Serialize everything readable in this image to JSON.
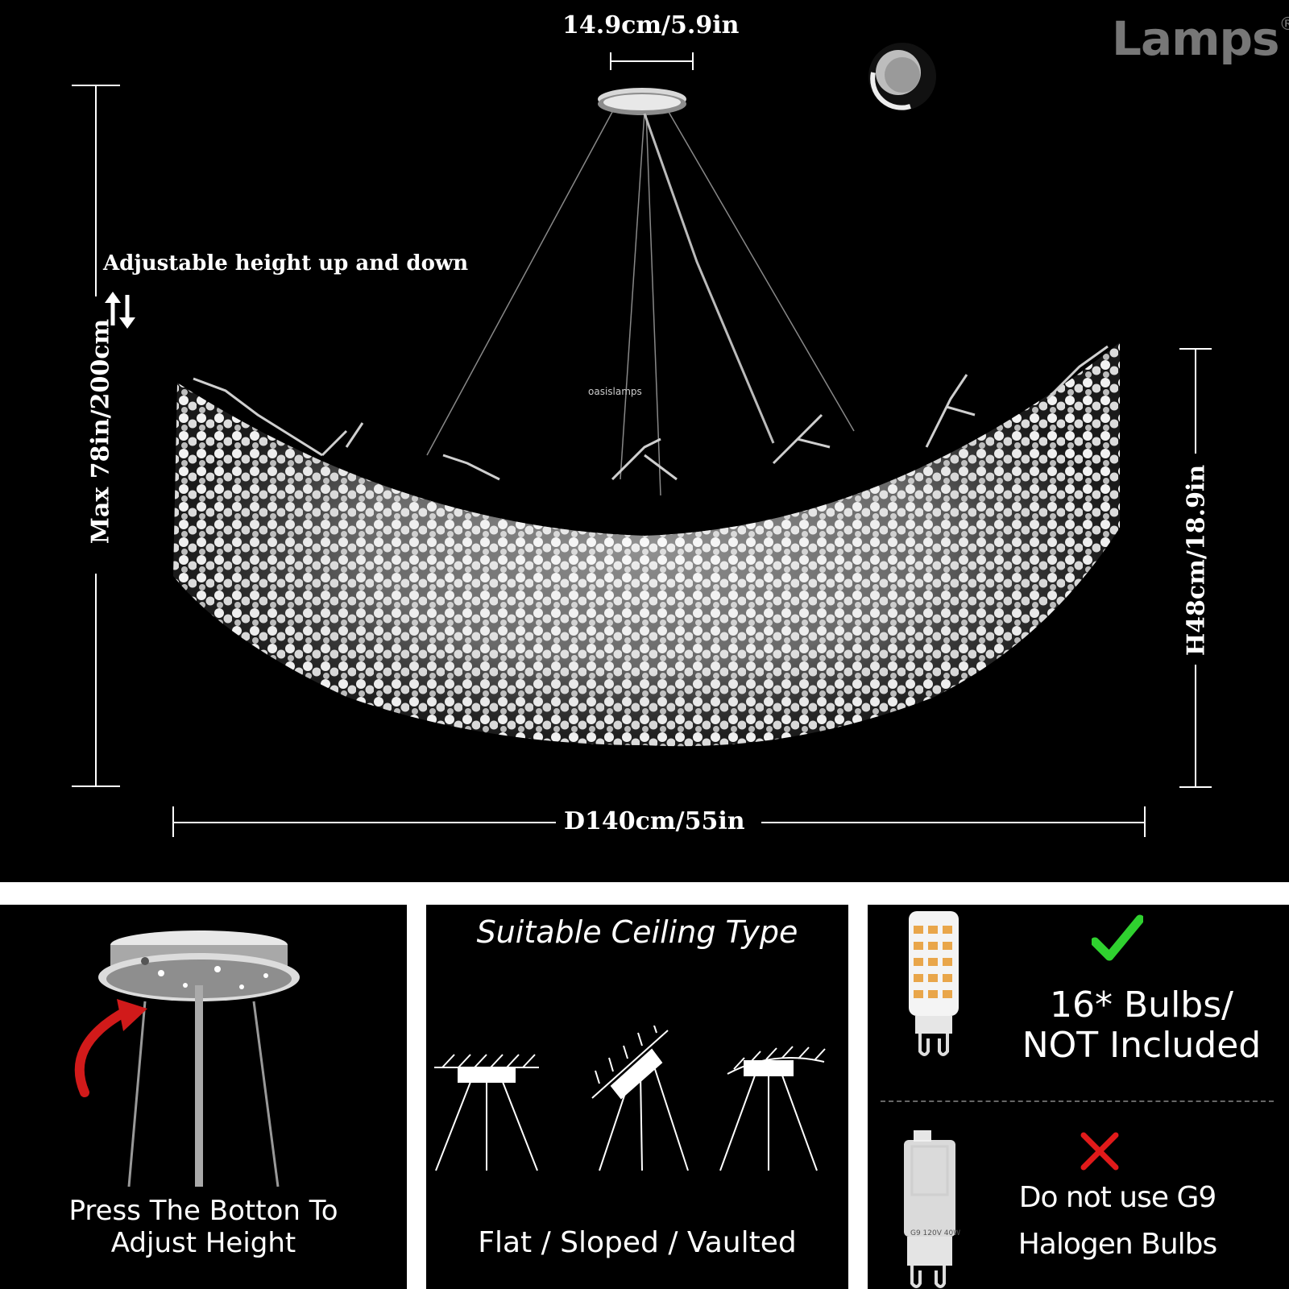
{
  "brand": {
    "logo_text": "Lamps",
    "registered_mark": "®"
  },
  "watermark": "oasislamps",
  "dimensions": {
    "canopy": "14.9cm/5.9in",
    "adjustable_note": "Adjustable height up and down",
    "max_height": "Max 78in/200cm",
    "height": "H48cm/18.9in",
    "diameter": "D140cm/55in"
  },
  "panels": {
    "adjust": {
      "caption_line1": "Press The Botton To",
      "caption_line2": "Adjust Height"
    },
    "ceiling": {
      "title": "Suitable Ceiling Type",
      "caption": "Flat / Sloped / Vaulted"
    },
    "bulbs": {
      "included_line1": "16* Bulbs/",
      "included_line2": "NOT Included",
      "not_use_line1": "Do not use G9",
      "not_use_line2": "Halogen Bulbs",
      "halogen_print": "G9 120V 40W"
    }
  },
  "colors": {
    "check": "#2fd12f",
    "cross": "#e11a1a",
    "arrow": "#d11a1a",
    "background": "#000000"
  }
}
